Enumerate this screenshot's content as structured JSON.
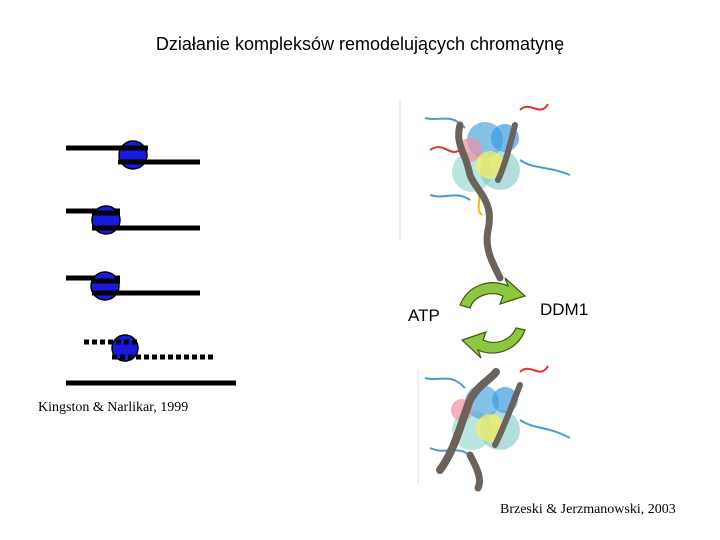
{
  "title": "Działanie kompleksów remodelujących chromatynę",
  "labels": {
    "atp": "ATP",
    "ddm1": "DDM1"
  },
  "citations": {
    "left": "Kingston & Narlikar, 1999",
    "right": "Brzeski & Jerzmanowski, 2003"
  },
  "colors": {
    "nucleosome": "#1a1adf",
    "arrow": "#8dc63f",
    "dna": "#6b625c"
  }
}
